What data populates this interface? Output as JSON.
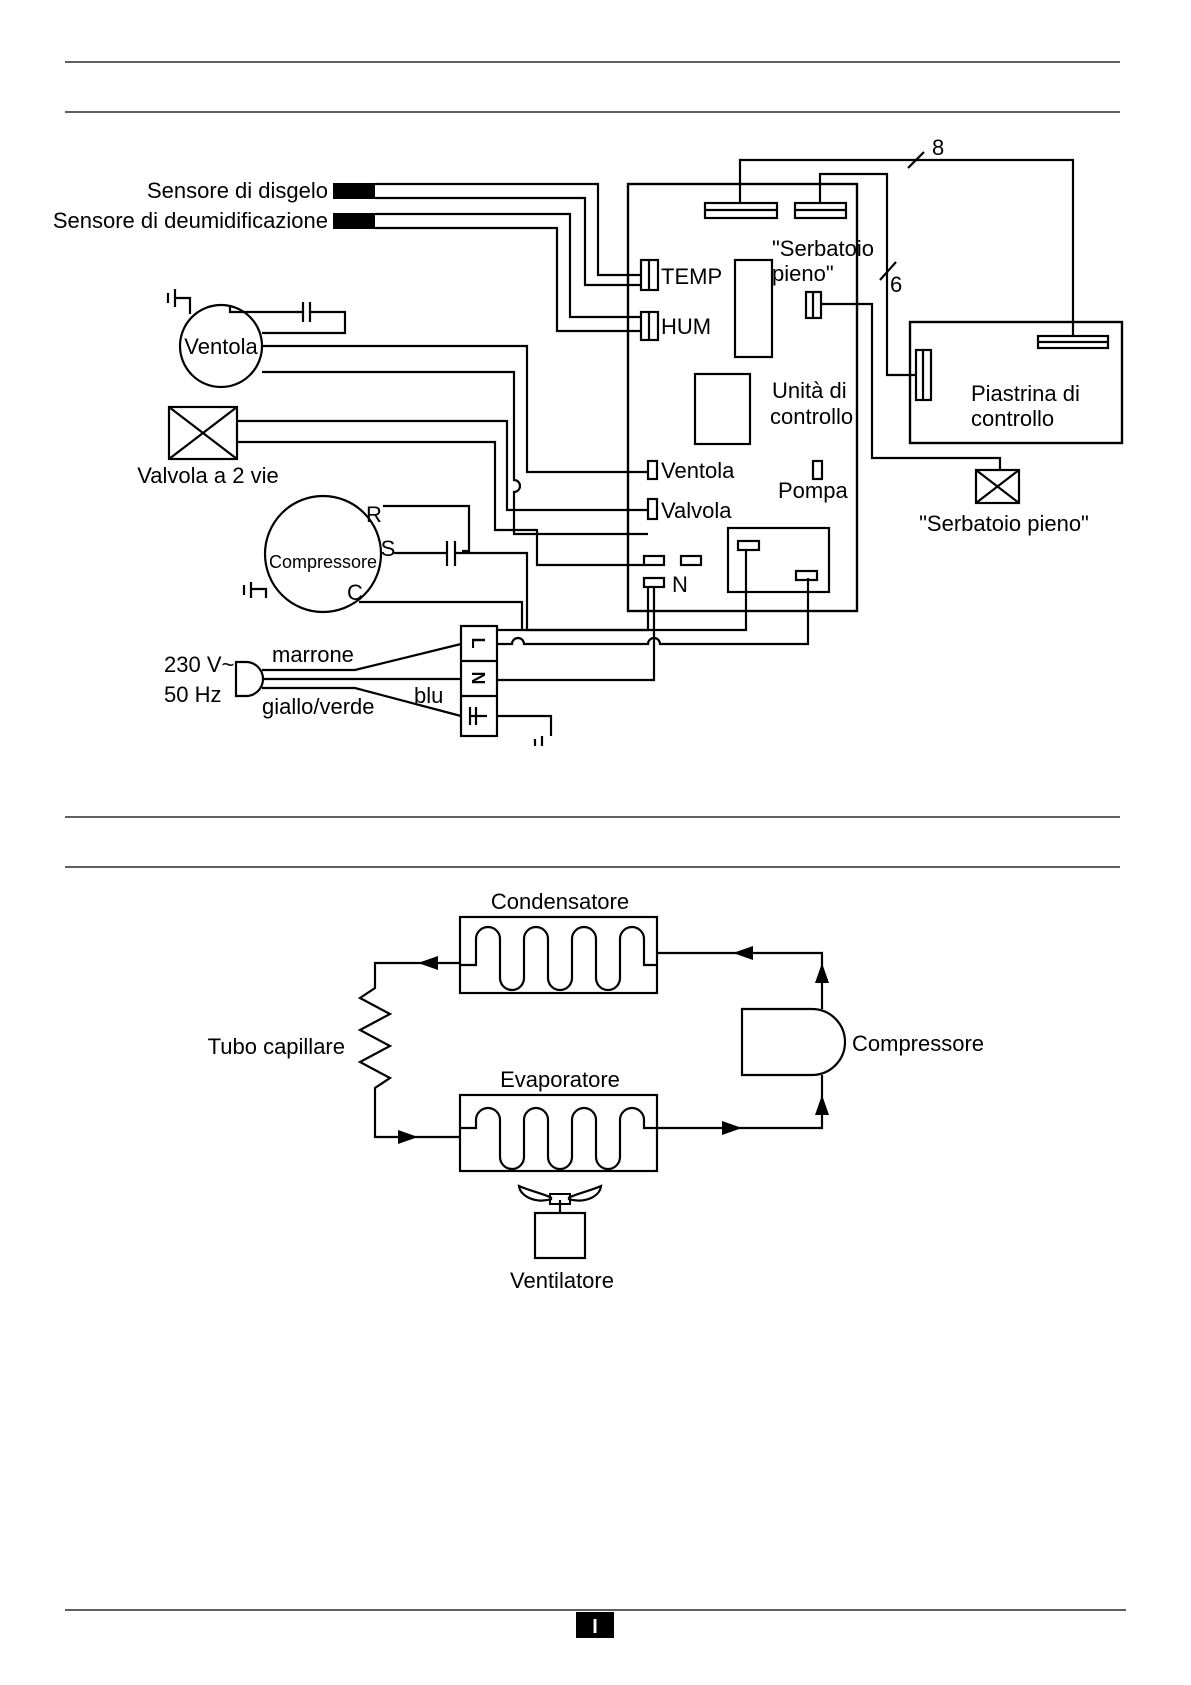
{
  "wiring": {
    "defrost_sensor": "Sensore di disgelo",
    "dehum_sensor": "Sensore di deumidificazione",
    "fan_motor": "Ventola",
    "valve": "Valvola a 2 vie",
    "compressor": "Compressore",
    "comp_r": "R",
    "comp_s": "S",
    "comp_c": "C",
    "temp_port": "TEMP",
    "hum_port": "HUM",
    "tank_full_top_line1": "\"Serbatoio",
    "tank_full_top_line2": "pieno\"",
    "control_unit_line1": "Unità di",
    "control_unit_line2": "controllo",
    "board_line1": "Piastrina di",
    "board_line2": "controllo",
    "fan_port": "Ventola",
    "valve_port": "Valvola",
    "pump": "Pompa",
    "n_port": "N",
    "tank_full_switch": "\"Serbatoio pieno\"",
    "wire_count_8": "8",
    "wire_count_6": "6",
    "supply_voltage": "230 V~",
    "supply_freq": "50 Hz",
    "brown": "marrone",
    "blue": "blu",
    "yellow_green": "giallo/verde",
    "term_l": "L",
    "term_n": "N"
  },
  "refrigeration": {
    "condenser": "Condensatore",
    "evaporator": "Evaporatore",
    "capillary": "Tubo capillare",
    "compressor": "Compressore",
    "fan": "Ventilatore"
  },
  "footer": {
    "page_badge": "I"
  }
}
